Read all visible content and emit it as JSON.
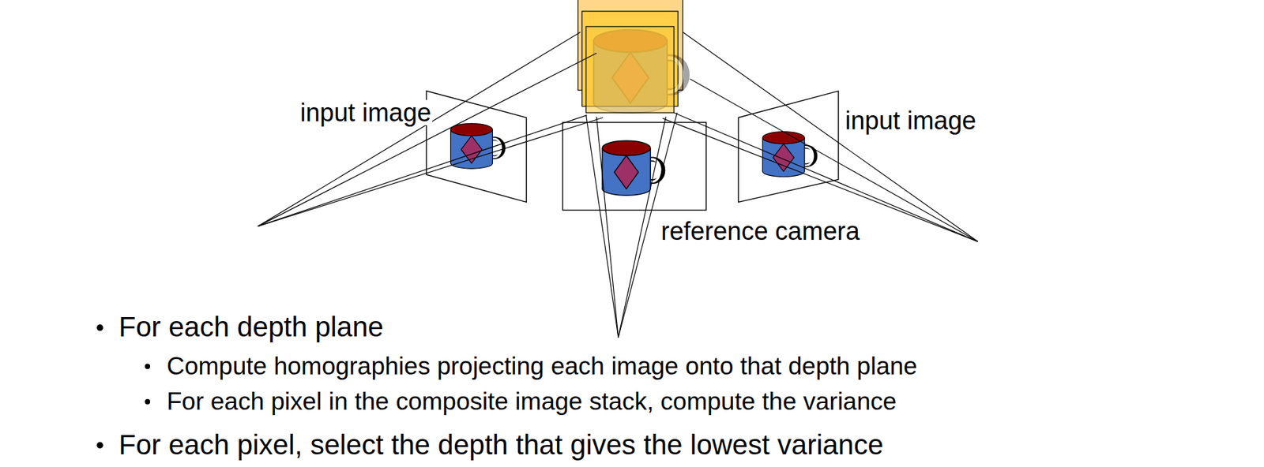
{
  "diagram": {
    "labels": [
      "input image",
      "input image",
      "reference camera",
      "For each depth plane",
      "Compute homographies projecting each image onto that depth plane",
      "For each pixel in the composite image stack, compute the variance",
      "For each pixel, select the depth that gives the lowest variance"
    ]
  }
}
